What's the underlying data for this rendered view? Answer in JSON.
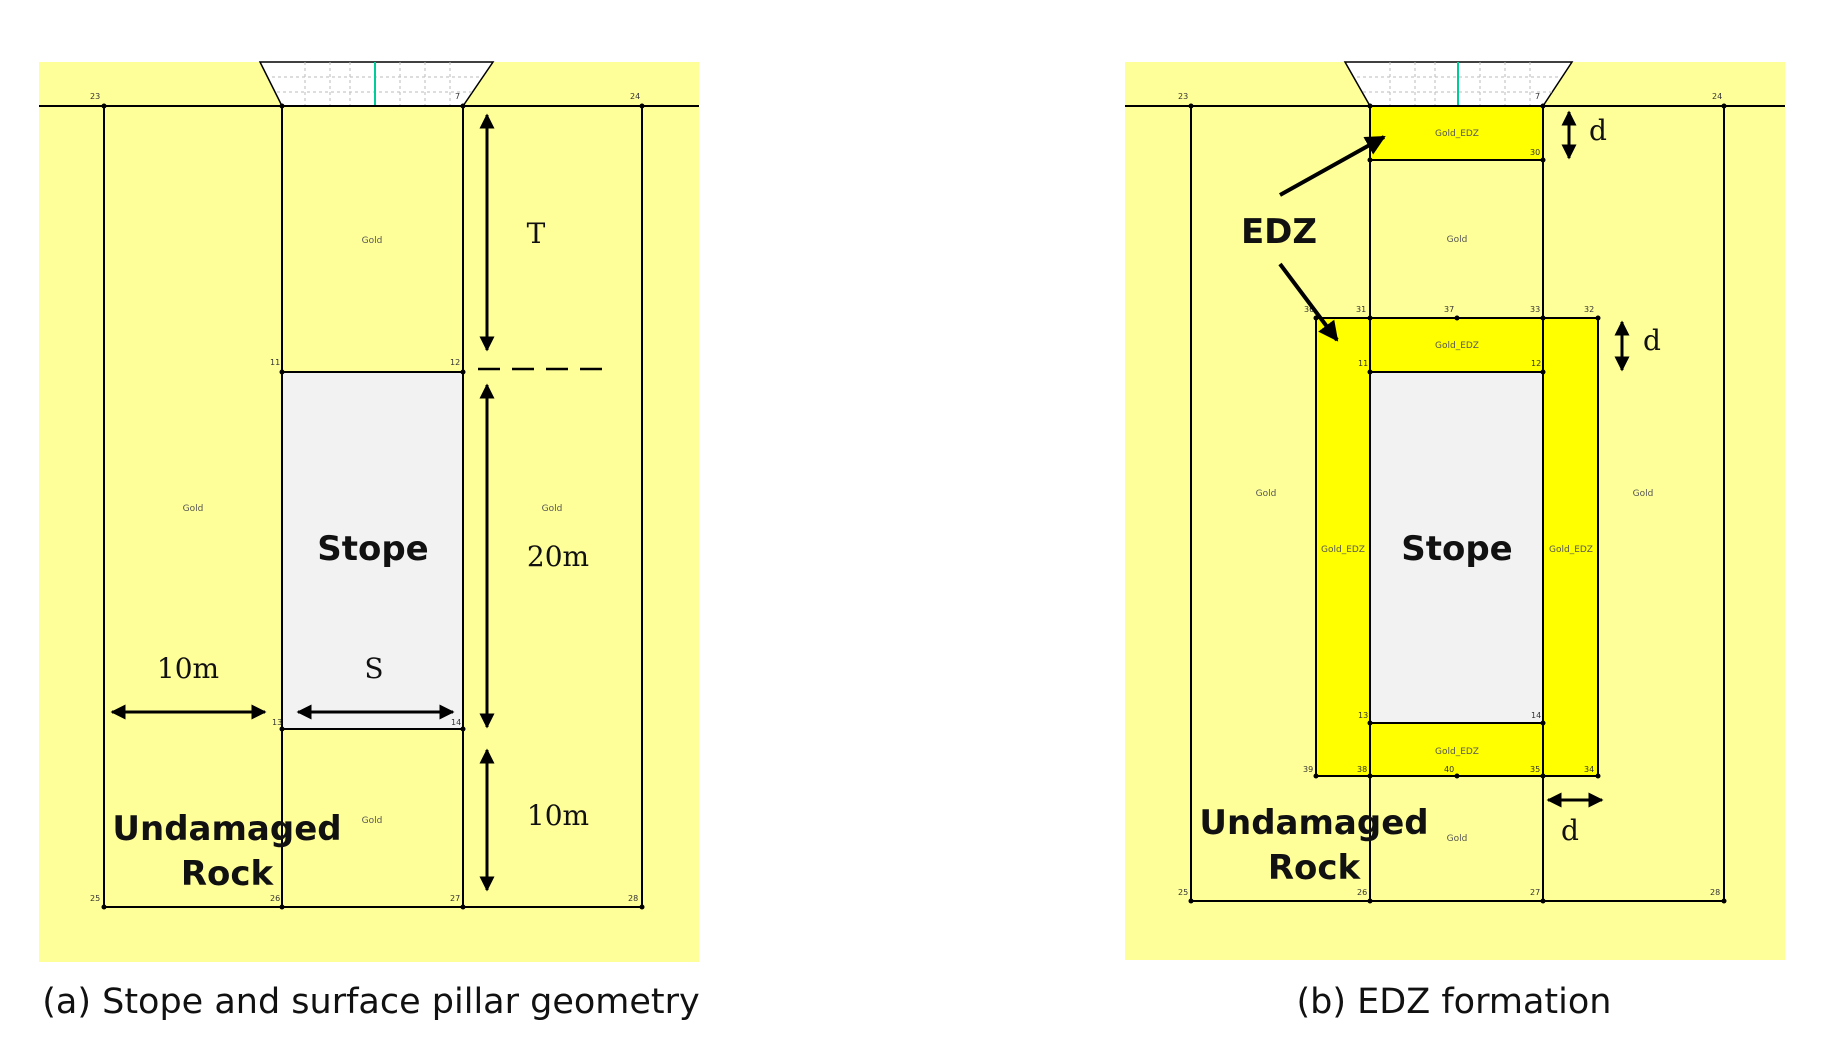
{
  "colors": {
    "background": "#ffff99",
    "edz": "#ffff00",
    "stope": "#f2f2f2",
    "line": "#000000",
    "grid": "#bbbbbb",
    "center_line": "#00cc99"
  },
  "panel_a": {
    "caption": "(a) Stope and surface pillar geometry",
    "stope_label": "Stope",
    "rock_label_line1": "Undamaged",
    "rock_label_line2": "Rock",
    "dim_T": "T",
    "dim_20m": "20m",
    "dim_10m_bottom": "10m",
    "dim_10m_left": "10m",
    "dim_S": "S",
    "materials": {
      "pillar": "Gold",
      "left": "Gold",
      "right": "Gold",
      "bottom": "Gold"
    },
    "nodes": {
      "n23": "23",
      "n7": "7",
      "n24": "24",
      "n11": "11",
      "n12": "12",
      "n13": "13",
      "n14": "14",
      "n25": "25",
      "n26": "26",
      "n27": "27",
      "n28": "28"
    }
  },
  "panel_b": {
    "caption": "(b) EDZ formation",
    "stope_label": "Stope",
    "edz_label": "EDZ",
    "rock_label_line1": "Undamaged",
    "rock_label_line2": "Rock",
    "dim_d_top": "d",
    "dim_d_mid": "d",
    "dim_d_side": "d",
    "materials": {
      "edz_top": "Gold_EDZ",
      "pillar": "Gold",
      "edz_crown": "Gold_EDZ",
      "edz_left": "Gold_EDZ",
      "edz_right": "Gold_EDZ",
      "edz_floor": "Gold_EDZ",
      "left": "Gold",
      "right": "Gold",
      "bottom": "Gold"
    },
    "nodes": {
      "n23": "23",
      "n7": "7",
      "n24": "24",
      "n30": "30",
      "n31": "31",
      "n37": "37",
      "n33": "33",
      "n32": "32",
      "n36": "36",
      "n11": "11",
      "n12": "12",
      "n13": "13",
      "n14": "14",
      "n39": "39",
      "n38": "38",
      "n40": "40",
      "n35": "35",
      "n34": "34",
      "n25": "25",
      "n26": "26",
      "n27": "27",
      "n28": "28"
    }
  }
}
